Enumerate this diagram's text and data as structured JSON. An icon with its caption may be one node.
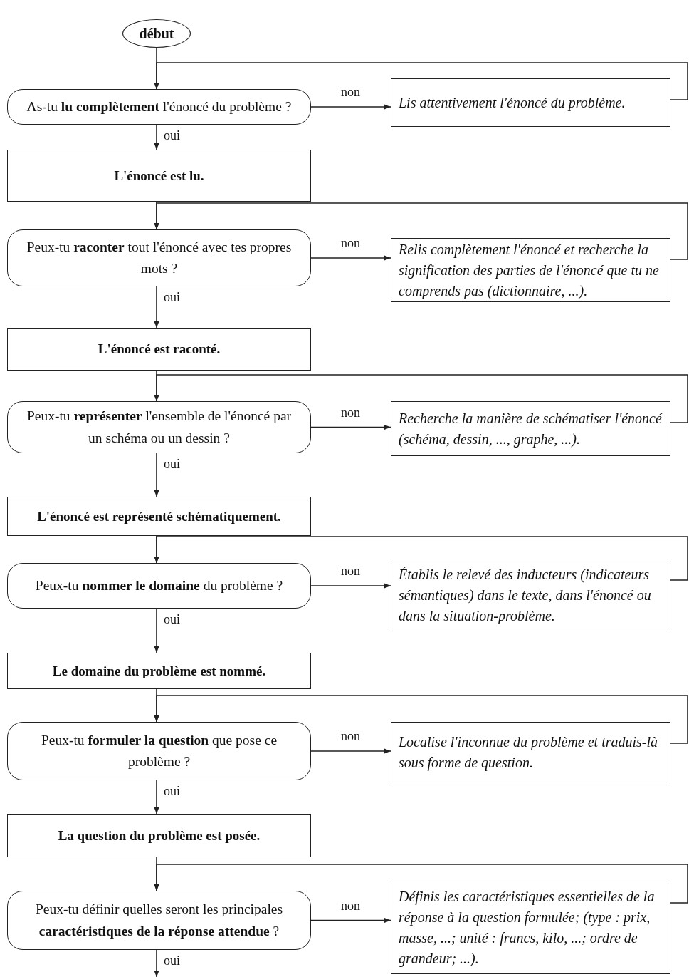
{
  "diagram": {
    "nodes": [
      {
        "text": [
          "début"
        ]
      },
      {
        "text": [
          "As-tu **lu complètement** l'énoncé du problème ?"
        ]
      },
      {
        "text": [
          "Lis attentivement l'énoncé du problème."
        ]
      },
      {
        "text": [
          "L'énoncé est lu."
        ]
      },
      {
        "text": [
          "Peux-tu **raconter** tout l'énoncé avec tes propres mots ?"
        ]
      },
      {
        "text": [
          "Relis complètement l'énoncé et recherche la signification des parties de l'énoncé que tu ne comprends pas (dictionnaire, ...)."
        ]
      },
      {
        "text": [
          "L'énoncé est raconté."
        ]
      },
      {
        "text": [
          "Peux-tu **représenter** l'ensemble de l'énoncé par un schéma ou un dessin ?"
        ]
      },
      {
        "text": [
          "Recherche la manière de schématiser l'énoncé (schéma, dessin, ..., graphe, ...)."
        ]
      },
      {
        "text": [
          "L'énoncé est représenté schématiquement."
        ]
      },
      {
        "text": [
          "Peux-tu **nommer le domaine** du problème ?"
        ]
      },
      {
        "text": [
          "Établis le relevé des inducteurs (indicateurs sémantiques) dans le texte, dans l'énoncé ou dans la situation-problème."
        ]
      },
      {
        "text": [
          "Le domaine du problème est nommé."
        ]
      },
      {
        "text": [
          "Peux-tu **formuler la question** que pose ce problème ?"
        ]
      },
      {
        "text": [
          "Localise l'inconnue du problème et traduis-là sous forme de question."
        ]
      },
      {
        "text": [
          "La question du problème est posée."
        ]
      },
      {
        "text": [
          "Peux-tu définir quelles seront les principales **caractéristiques de la réponse attendue** ?"
        ]
      },
      {
        "text": [
          "Définis les caractéristiques essentielles de la réponse à la question formulée; (type : prix, masse, ...; unité : francs, kilo, ...; ordre de grandeur; ...)."
        ]
      }
    ],
    "edges": [
      {
        "from": 0,
        "to": 1,
        "arrow": "to"
      },
      {
        "from": 1,
        "to": 2,
        "arrow": "to",
        "label": "non"
      },
      {
        "from": 1,
        "to": 3,
        "arrow": "to",
        "label": "oui"
      },
      {
        "from": 2,
        "to": 1,
        "arrow": "to"
      },
      {
        "from": 3,
        "to": 4,
        "arrow": "to"
      },
      {
        "from": 4,
        "to": 5,
        "arrow": "to",
        "label": "non"
      },
      {
        "from": 4,
        "to": 6,
        "arrow": "to",
        "label": "oui"
      },
      {
        "from": 5,
        "to": 4,
        "arrow": "to"
      },
      {
        "from": 6,
        "to": 7,
        "arrow": "to"
      },
      {
        "from": 7,
        "to": 8,
        "arrow": "to",
        "label": "non"
      },
      {
        "from": 7,
        "to": 9,
        "arrow": "to",
        "label": "oui"
      },
      {
        "from": 8,
        "to": 7,
        "arrow": "to"
      },
      {
        "from": 9,
        "to": 10,
        "arrow": "to"
      },
      {
        "from": 10,
        "to": 11,
        "arrow": "to",
        "label": "non"
      },
      {
        "from": 10,
        "to": 12,
        "arrow": "to",
        "label": "oui"
      },
      {
        "from": 11,
        "to": 10,
        "arrow": "to"
      },
      {
        "from": 12,
        "to": 13,
        "arrow": "to"
      },
      {
        "from": 13,
        "to": 14,
        "arrow": "to",
        "label": "non"
      },
      {
        "from": 13,
        "to": 15,
        "arrow": "to",
        "label": "oui"
      },
      {
        "from": 14,
        "to": 13,
        "arrow": "to"
      },
      {
        "from": 15,
        "to": 16,
        "arrow": "to"
      },
      {
        "from": 16,
        "to": 17,
        "arrow": "to",
        "label": "non"
      },
      {
        "from": 16,
        "to": null,
        "arrow": "to",
        "label": "oui"
      },
      {
        "from": 17,
        "to": 16,
        "arrow": "to"
      }
    ]
  }
}
